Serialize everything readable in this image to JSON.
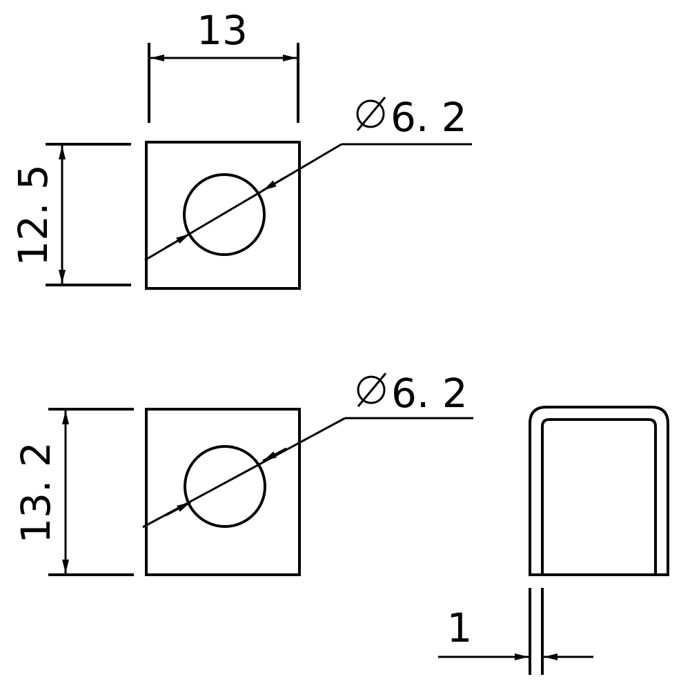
{
  "drawing": {
    "ink_color": "#000000",
    "background_color": "#ffffff",
    "top_view": {
      "width_label": "13",
      "height_label": "12. 5",
      "hole_label": "6. 2",
      "hole_symbol": "diameter-symbol"
    },
    "middle_view": {
      "height_label": "13. 2",
      "hole_label": "6. 2",
      "hole_symbol": "diameter-symbol"
    },
    "side_view": {
      "thickness_label": "1"
    }
  }
}
